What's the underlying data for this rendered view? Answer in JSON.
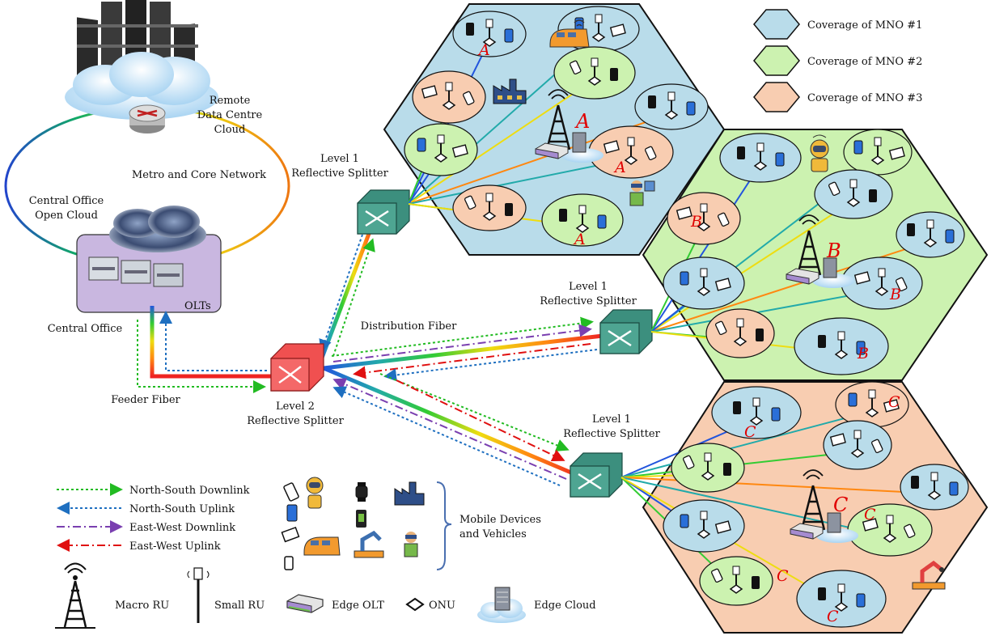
{
  "colors": {
    "mno1": "#b9dcea",
    "mno2": "#ccf2b0",
    "mno3": "#f8cdb1",
    "ns_downlink": "#22bb22",
    "ns_uplink": "#1e6fc0",
    "ew_downlink": "#7a3fb0",
    "ew_uplink": "#e01010",
    "splitter_l1": "#3c8f7e",
    "splitter_l2": "#f05050",
    "central_office_box": "#c9b7e0",
    "cell_letter": "#e00000"
  },
  "labels": {
    "remote_dc": [
      "Remote",
      "Data Centre",
      "Cloud"
    ],
    "metro_core": "Metro and Core Network",
    "co_cloud": [
      "Central Office",
      "Open Cloud"
    ],
    "olts": "OLTs",
    "central_office": "Central Office",
    "feeder_fiber": "Feeder Fiber",
    "distribution_fiber": "Distribution Fiber",
    "l2_splitter": [
      "Level 2",
      "Reflective Splitter"
    ],
    "l1_splitter_top": [
      "Level 1",
      "Reflective Splitter"
    ],
    "l1_splitter_mid": [
      "Level 1",
      "Reflective Splitter"
    ],
    "l1_splitter_bottom": [
      "Level 1",
      "Reflective Splitter"
    ],
    "mobile_devices": [
      "Mobile Devices",
      "and Vehicles"
    ]
  },
  "coverage_legend": [
    {
      "label": "Coverage of MNO #1",
      "color": "#b9dcea"
    },
    {
      "label": "Coverage of MNO #2",
      "color": "#ccf2b0"
    },
    {
      "label": "Coverage of MNO #3",
      "color": "#f8cdb1"
    }
  ],
  "link_legend": [
    {
      "label": "North-South Downlink",
      "color": "#22bb22",
      "style": "dotted",
      "dir": "right"
    },
    {
      "label": "North-South Uplink",
      "color": "#1e6fc0",
      "style": "dotted",
      "dir": "left"
    },
    {
      "label": "East-West Downlink",
      "color": "#7a3fb0",
      "style": "dashdot",
      "dir": "right"
    },
    {
      "label": "East-West Uplink",
      "color": "#e01010",
      "style": "dashdot",
      "dir": "left"
    }
  ],
  "bottom_legend": [
    {
      "label": "Macro RU",
      "icon": "macro-ru-icon"
    },
    {
      "label": "Small RU",
      "icon": "small-ru-icon"
    },
    {
      "label": "Edge OLT",
      "icon": "edge-olt-icon"
    },
    {
      "label": "ONU",
      "icon": "onu-icon"
    },
    {
      "label": "Edge Cloud",
      "icon": "edge-cloud-icon"
    }
  ],
  "cell_letters": {
    "mno1": "A",
    "mno2": "B",
    "mno3": "C"
  }
}
